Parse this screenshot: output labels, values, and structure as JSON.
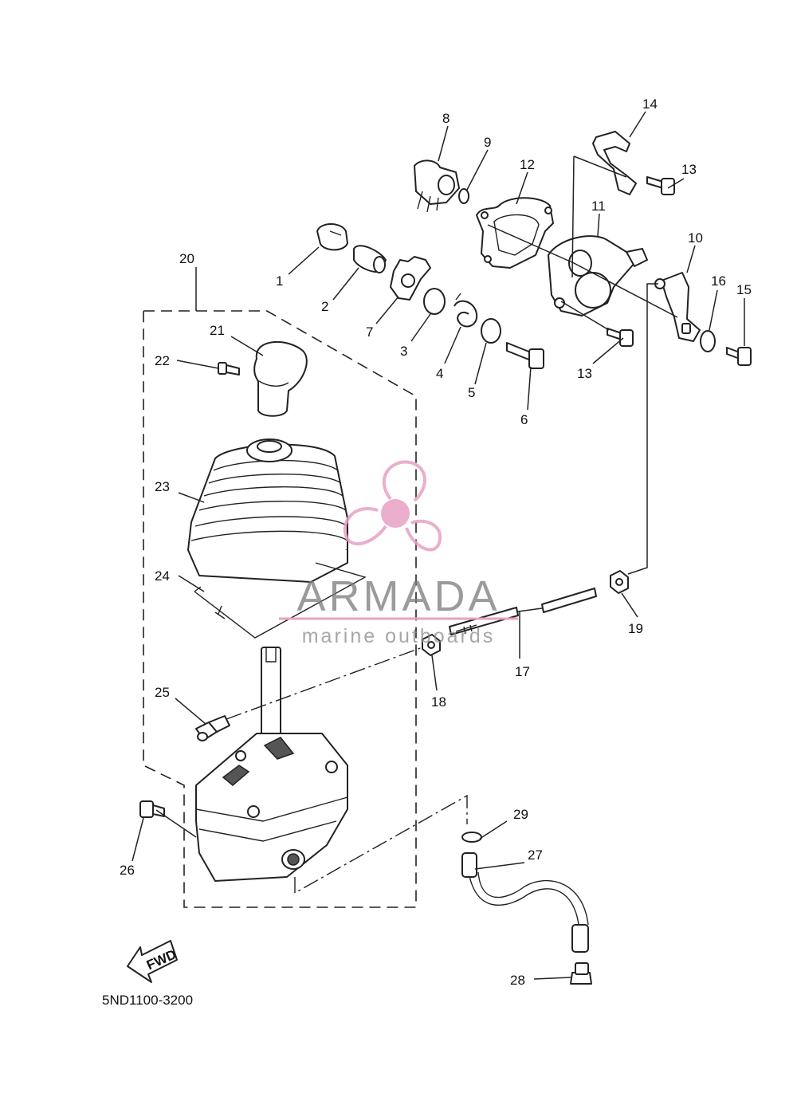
{
  "diagram": {
    "code": "5ND1100-3200",
    "fwd_label": "FWD",
    "labels": [
      "1",
      "2",
      "3",
      "4",
      "5",
      "6",
      "7",
      "8",
      "9",
      "10",
      "11",
      "12",
      "13",
      "13",
      "14",
      "15",
      "16",
      "17",
      "18",
      "19",
      "20",
      "21",
      "22",
      "23",
      "24",
      "25",
      "26",
      "27",
      "28",
      "29"
    ]
  },
  "watermark": {
    "brand": "ARMADA",
    "tagline": "marine outboards",
    "accent_color": "#e8a0c4"
  }
}
